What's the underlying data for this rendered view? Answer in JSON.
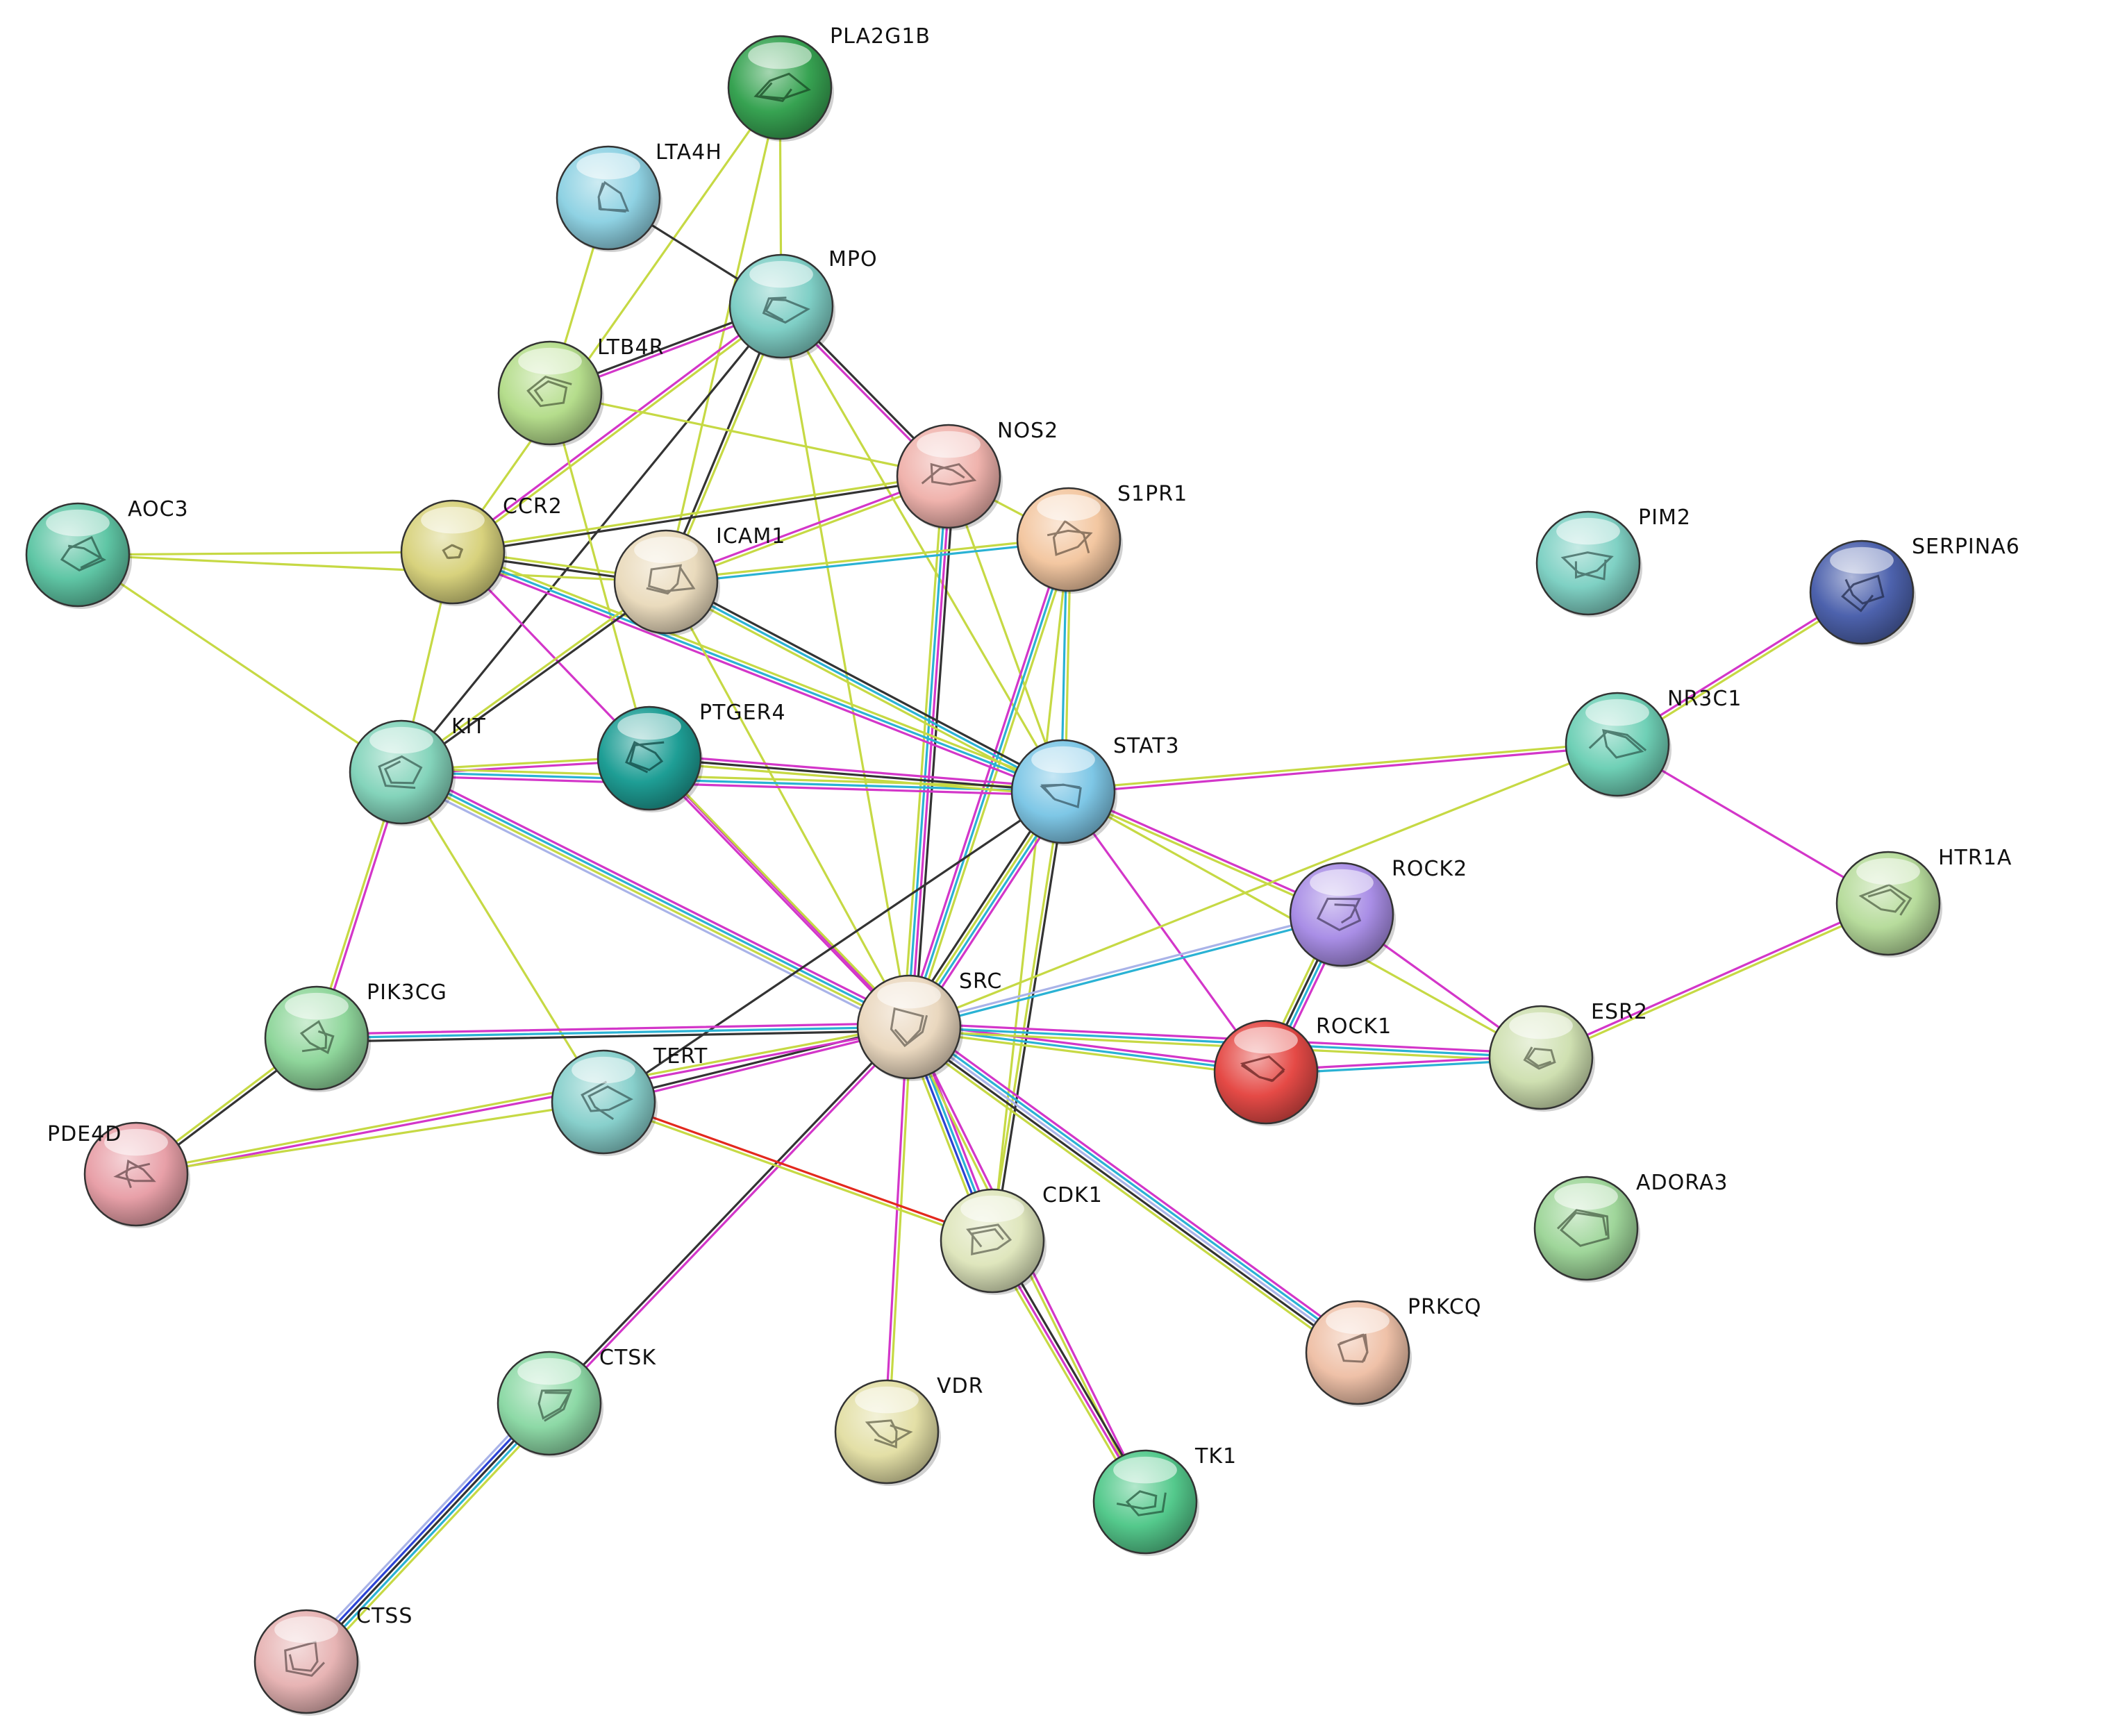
{
  "network": {
    "edge_colors": {
      "textmining": "#c6d944",
      "coexpression": "#333333",
      "experiments": "#d336c9",
      "databases": "#2ab2d4",
      "neighborhood": "#7d7ee4",
      "gene_fusion": "#e3291e",
      "cooccurrence": "#2b43d4",
      "homology": "#a9b3e8"
    },
    "nodes": [
      {
        "id": "PLA2G1B",
        "label": "PLA2G1B",
        "color": "#37a352"
      },
      {
        "id": "LTA4H",
        "label": "LTA4H",
        "color": "#8fd2e3"
      },
      {
        "id": "MPO",
        "label": "MPO",
        "color": "#7fcfc6"
      },
      {
        "id": "LTB4R",
        "label": "LTB4R",
        "color": "#b5dd8c"
      },
      {
        "id": "NOS2",
        "label": "NOS2",
        "color": "#f0b3ad"
      },
      {
        "id": "S1PR1",
        "label": "S1PR1",
        "color": "#f3c7a1"
      },
      {
        "id": "AOC3",
        "label": "AOC3",
        "color": "#5fc6a5"
      },
      {
        "id": "CCR2",
        "label": "CCR2",
        "color": "#d8d27d"
      },
      {
        "id": "ICAM1",
        "label": "ICAM1",
        "color": "#eadbbd"
      },
      {
        "id": "PIM2",
        "label": "PIM2",
        "color": "#7fd1c4"
      },
      {
        "id": "SERPINA6",
        "label": "SERPINA6",
        "color": "#4d62ad"
      },
      {
        "id": "KIT",
        "label": "KIT",
        "color": "#84d4bb"
      },
      {
        "id": "PTGER4",
        "label": "PTGER4",
        "color": "#1e9e95"
      },
      {
        "id": "STAT3",
        "label": "STAT3",
        "color": "#7ec7e6"
      },
      {
        "id": "NR3C1",
        "label": "NR3C1",
        "color": "#6fd0b6"
      },
      {
        "id": "HTR1A",
        "label": "HTR1A",
        "color": "#b7dc9c"
      },
      {
        "id": "ROCK2",
        "label": "ROCK2",
        "color": "#a98ee6"
      },
      {
        "id": "PIK3CG",
        "label": "PIK3CG",
        "color": "#8fd69b"
      },
      {
        "id": "SRC",
        "label": "SRC",
        "color": "#ead8bf"
      },
      {
        "id": "ROCK1",
        "label": "ROCK1",
        "color": "#e54a46"
      },
      {
        "id": "ESR2",
        "label": "ESR2",
        "color": "#cfe0b1"
      },
      {
        "id": "TERT",
        "label": "TERT",
        "color": "#88d0cc"
      },
      {
        "id": "PDE4D",
        "label": "PDE4D",
        "color": "#e8a0a8"
      },
      {
        "id": "CDK1",
        "label": "CDK1",
        "color": "#dfe6bd"
      },
      {
        "id": "ADORA3",
        "label": "ADORA3",
        "color": "#9fd69a"
      },
      {
        "id": "PRKCQ",
        "label": "PRKCQ",
        "color": "#efc1a8"
      },
      {
        "id": "CTSK",
        "label": "CTSK",
        "color": "#8dd9a6"
      },
      {
        "id": "VDR",
        "label": "VDR",
        "color": "#e3dfa6"
      },
      {
        "id": "TK1",
        "label": "TK1",
        "color": "#54c98c"
      },
      {
        "id": "CTSS",
        "label": "CTSS",
        "color": "#e7b4b4"
      }
    ],
    "edges": [
      {
        "source": "PLA2G1B",
        "target": "MPO",
        "evidence": [
          "textmining"
        ]
      },
      {
        "source": "PLA2G1B",
        "target": "ICAM1",
        "evidence": [
          "textmining"
        ]
      },
      {
        "source": "PLA2G1B",
        "target": "CCR2",
        "evidence": [
          "textmining"
        ]
      },
      {
        "source": "LTA4H",
        "target": "MPO",
        "evidence": [
          "coexpression"
        ]
      },
      {
        "source": "LTA4H",
        "target": "LTB4R",
        "evidence": [
          "textmining"
        ]
      },
      {
        "source": "MPO",
        "target": "NOS2",
        "evidence": [
          "coexpression",
          "experiments"
        ]
      },
      {
        "source": "MPO",
        "target": "LTB4R",
        "evidence": [
          "experiments",
          "coexpression"
        ]
      },
      {
        "source": "MPO",
        "target": "CCR2",
        "evidence": [
          "textmining",
          "experiments"
        ]
      },
      {
        "source": "MPO",
        "target": "KIT",
        "evidence": [
          "coexpression"
        ]
      },
      {
        "source": "MPO",
        "target": "ICAM1",
        "evidence": [
          "textmining",
          "coexpression"
        ]
      },
      {
        "source": "MPO",
        "target": "STAT3",
        "evidence": [
          "textmining"
        ]
      },
      {
        "source": "MPO",
        "target": "SRC",
        "evidence": [
          "textmining"
        ]
      },
      {
        "source": "LTB4R",
        "target": "NOS2",
        "evidence": [
          "textmining"
        ]
      },
      {
        "source": "LTB4R",
        "target": "PTGER4",
        "evidence": [
          "textmining"
        ]
      },
      {
        "source": "NOS2",
        "target": "CCR2",
        "evidence": [
          "coexpression",
          "textmining"
        ]
      },
      {
        "source": "NOS2",
        "target": "ICAM1",
        "evidence": [
          "textmining",
          "experiments"
        ]
      },
      {
        "source": "NOS2",
        "target": "SRC",
        "evidence": [
          "coexpression",
          "experiments",
          "databases",
          "textmining"
        ]
      },
      {
        "source": "NOS2",
        "target": "STAT3",
        "evidence": [
          "textmining"
        ]
      },
      {
        "source": "NOS2",
        "target": "S1PR1",
        "evidence": [
          "textmining"
        ]
      },
      {
        "source": "S1PR1",
        "target": "ICAM1",
        "evidence": [
          "databases",
          "textmining"
        ]
      },
      {
        "source": "S1PR1",
        "target": "SRC",
        "evidence": [
          "textmining",
          "databases",
          "experiments"
        ]
      },
      {
        "source": "S1PR1",
        "target": "STAT3",
        "evidence": [
          "textmining",
          "databases"
        ]
      },
      {
        "source": "S1PR1",
        "target": "CDK1",
        "evidence": [
          "textmining"
        ]
      },
      {
        "source": "AOC3",
        "target": "CCR2",
        "evidence": [
          "textmining"
        ]
      },
      {
        "source": "AOC3",
        "target": "ICAM1",
        "evidence": [
          "textmining"
        ]
      },
      {
        "source": "AOC3",
        "target": "KIT",
        "evidence": [
          "textmining"
        ]
      },
      {
        "source": "CCR2",
        "target": "ICAM1",
        "evidence": [
          "textmining",
          "coexpression"
        ]
      },
      {
        "source": "CCR2",
        "target": "KIT",
        "evidence": [
          "textmining"
        ]
      },
      {
        "source": "CCR2",
        "target": "STAT3",
        "evidence": [
          "textmining",
          "databases",
          "experiments"
        ]
      },
      {
        "source": "CCR2",
        "target": "SRC",
        "evidence": [
          "experiments"
        ]
      },
      {
        "source": "ICAM1",
        "target": "KIT",
        "evidence": [
          "coexpression",
          "textmining"
        ]
      },
      {
        "source": "ICAM1",
        "target": "STAT3",
        "evidence": [
          "coexpression",
          "databases",
          "textmining"
        ]
      },
      {
        "source": "ICAM1",
        "target": "SRC",
        "evidence": [
          "textmining"
        ]
      },
      {
        "source": "SERPINA6",
        "target": "NR3C1",
        "evidence": [
          "textmining",
          "experiments"
        ]
      },
      {
        "source": "KIT",
        "target": "PTGER4",
        "evidence": [
          "textmining",
          "experiments"
        ]
      },
      {
        "source": "KIT",
        "target": "STAT3",
        "evidence": [
          "textmining",
          "databases",
          "experiments"
        ]
      },
      {
        "source": "KIT",
        "target": "SRC",
        "evidence": [
          "experiments",
          "databases",
          "textmining",
          "homology"
        ]
      },
      {
        "source": "KIT",
        "target": "PIK3CG",
        "evidence": [
          "experiments",
          "textmining"
        ]
      },
      {
        "source": "KIT",
        "target": "TERT",
        "evidence": [
          "textmining"
        ]
      },
      {
        "source": "PTGER4",
        "target": "STAT3",
        "evidence": [
          "experiments",
          "coexpression",
          "textmining"
        ]
      },
      {
        "source": "PTGER4",
        "target": "SRC",
        "evidence": [
          "textmining",
          "experiments"
        ]
      },
      {
        "source": "STAT3",
        "target": "NR3C1",
        "evidence": [
          "textmining",
          "experiments"
        ]
      },
      {
        "source": "STAT3",
        "target": "SRC",
        "evidence": [
          "experiments",
          "databases",
          "textmining",
          "coexpression"
        ]
      },
      {
        "source": "STAT3",
        "target": "ROCK2",
        "evidence": [
          "experiments",
          "textmining"
        ]
      },
      {
        "source": "STAT3",
        "target": "ROCK1",
        "evidence": [
          "experiments"
        ]
      },
      {
        "source": "STAT3",
        "target": "ESR2",
        "evidence": [
          "textmining"
        ]
      },
      {
        "source": "STAT3",
        "target": "TERT",
        "evidence": [
          "coexpression"
        ]
      },
      {
        "source": "STAT3",
        "target": "CDK1",
        "evidence": [
          "coexpression",
          "textmining"
        ]
      },
      {
        "source": "NR3C1",
        "target": "HTR1A",
        "evidence": [
          "experiments"
        ]
      },
      {
        "source": "NR3C1",
        "target": "SRC",
        "evidence": [
          "textmining"
        ]
      },
      {
        "source": "HTR1A",
        "target": "ESR2",
        "evidence": [
          "textmining",
          "experiments"
        ]
      },
      {
        "source": "ROCK2",
        "target": "SRC",
        "evidence": [
          "databases",
          "homology"
        ]
      },
      {
        "source": "ROCK2",
        "target": "ROCK1",
        "evidence": [
          "experiments",
          "databases",
          "coexpression",
          "textmining"
        ]
      },
      {
        "source": "ROCK2",
        "target": "ESR2",
        "evidence": [
          "experiments"
        ]
      },
      {
        "source": "PIK3CG",
        "target": "SRC",
        "evidence": [
          "experiments",
          "databases",
          "coexpression"
        ]
      },
      {
        "source": "PIK3CG",
        "target": "PDE4D",
        "evidence": [
          "coexpression",
          "textmining"
        ]
      },
      {
        "source": "SRC",
        "target": "ROCK1",
        "evidence": [
          "experiments",
          "databases",
          "textmining"
        ]
      },
      {
        "source": "SRC",
        "target": "ESR2",
        "evidence": [
          "experiments",
          "databases",
          "textmining"
        ]
      },
      {
        "source": "SRC",
        "target": "TERT",
        "evidence": [
          "experiments",
          "coexpression"
        ]
      },
      {
        "source": "SRC",
        "target": "PDE4D",
        "evidence": [
          "experiments",
          "textmining"
        ]
      },
      {
        "source": "SRC",
        "target": "CDK1",
        "evidence": [
          "experiments",
          "databases",
          "cooccurrence",
          "textmining"
        ]
      },
      {
        "source": "SRC",
        "target": "PRKCQ",
        "evidence": [
          "experiments",
          "databases",
          "homology",
          "coexpression",
          "textmining"
        ]
      },
      {
        "source": "SRC",
        "target": "CTSK",
        "evidence": [
          "experiments",
          "coexpression"
        ]
      },
      {
        "source": "SRC",
        "target": "VDR",
        "evidence": [
          "textmining",
          "experiments"
        ]
      },
      {
        "source": "SRC",
        "target": "TK1",
        "evidence": [
          "experiments",
          "textmining"
        ]
      },
      {
        "source": "ROCK1",
        "target": "ESR2",
        "evidence": [
          "experiments",
          "databases"
        ]
      },
      {
        "source": "TERT",
        "target": "CDK1",
        "evidence": [
          "gene_fusion",
          "textmining"
        ]
      },
      {
        "source": "TERT",
        "target": "PDE4D",
        "evidence": [
          "textmining"
        ]
      },
      {
        "source": "CDK1",
        "target": "TK1",
        "evidence": [
          "coexpression",
          "experiments",
          "textmining"
        ]
      },
      {
        "source": "CTSK",
        "target": "CTSS",
        "evidence": [
          "textmining",
          "databases",
          "coexpression",
          "cooccurrence",
          "homology"
        ]
      }
    ]
  }
}
